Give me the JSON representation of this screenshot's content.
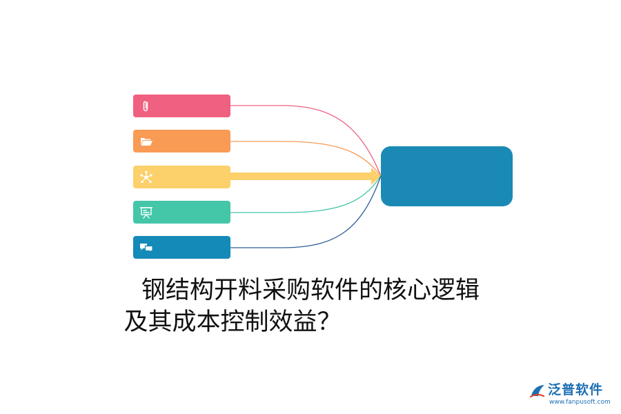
{
  "diagram": {
    "title_lines": [
      "钢结构开料采购软件的核心逻辑",
      "及其成本控制效益？"
    ],
    "items": [
      {
        "icon": "paperclip-icon",
        "color": "#f06080"
      },
      {
        "icon": "folder-icon",
        "color": "#f99a55"
      },
      {
        "icon": "network-icon",
        "color": "#fcd06a"
      },
      {
        "icon": "presentation-icon",
        "color": "#44c6a8"
      },
      {
        "icon": "chat-bubbles-icon",
        "color": "#148ab8"
      }
    ],
    "highlighted_item": 2,
    "hub_color": "#1a8ab5",
    "connector_colors": [
      "#f06080",
      "#f99a55",
      "#fcd06a",
      "#44c6a8",
      "#2e5d96"
    ]
  },
  "brand": {
    "name": "泛普软件",
    "url": "www.fanpusoft.com",
    "color": "#1d6fb2"
  }
}
